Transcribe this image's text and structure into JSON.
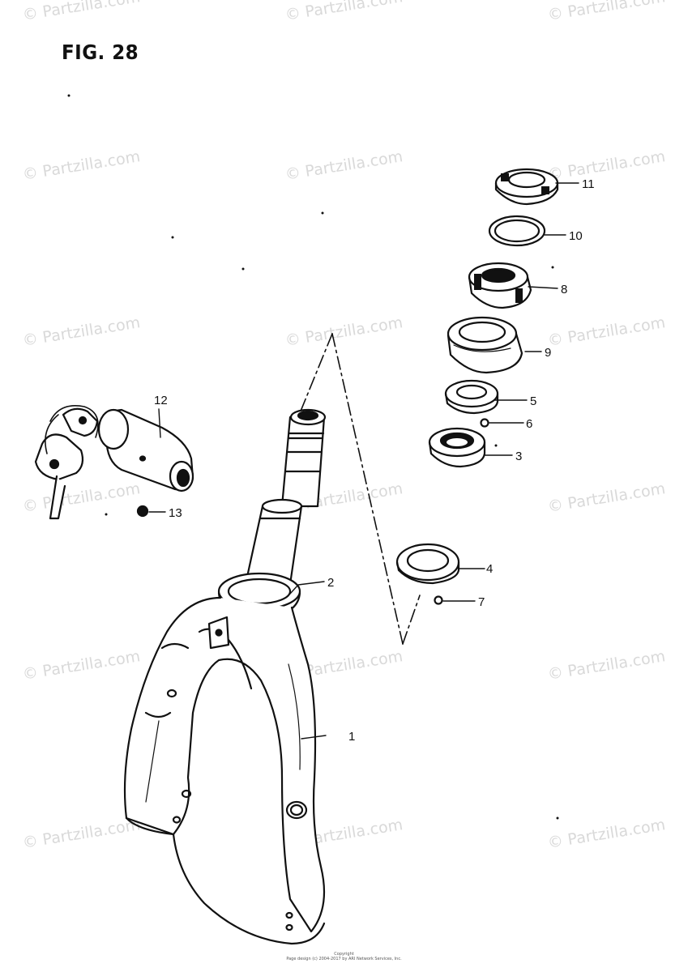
{
  "figure": {
    "title": "FIG. 28"
  },
  "watermark": "© Partzilla.com",
  "callouts": {
    "c1": "1",
    "c2": "2",
    "c3": "3",
    "c4": "4",
    "c5": "5",
    "c6": "6",
    "c7": "7",
    "c8": "8",
    "c9": "9",
    "c10": "10",
    "c11": "11",
    "c12": "12",
    "c13": "13"
  },
  "footer": {
    "line1": "Copyright",
    "line2": "Page design (c) 2004-2017 by ARI Network Services, Inc."
  }
}
